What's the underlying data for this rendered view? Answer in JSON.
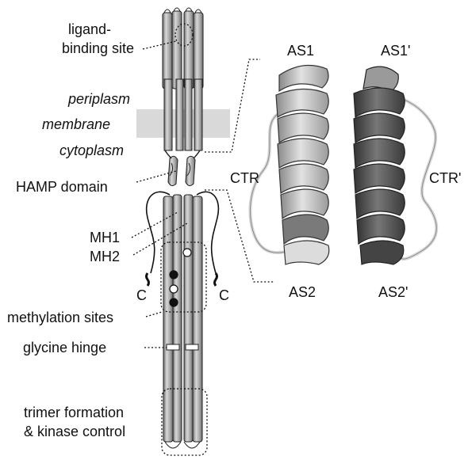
{
  "labels": {
    "ligand_line1": "ligand-",
    "ligand_line2": "binding site",
    "periplasm": "periplasm",
    "membrane": "membrane",
    "cytoplasm": "cytoplasm",
    "hamp": "HAMP domain",
    "mh1": "MH1",
    "mh2": "MH2",
    "c_left": "C",
    "c_right": "C",
    "methylation": "methylation sites",
    "glycine": "glycine hinge",
    "trimer_line1": "trimer formation",
    "trimer_line2": "& kinase control"
  },
  "hamp_labels": {
    "as1": "AS1",
    "as1_prime": "AS1'",
    "as2": "AS2",
    "as2_prime": "AS2'",
    "ctr": "CTR",
    "ctr_prime": "CTR'"
  },
  "colors": {
    "rod_fill": "#b4b4b4",
    "rod_shade": "#7a7a7a",
    "membrane": "#d9d9d9",
    "helix_light": "#c4c4c4",
    "helix_dark": "#555555",
    "methyl_filled": "#111111",
    "methyl_open": "#ffffff"
  }
}
